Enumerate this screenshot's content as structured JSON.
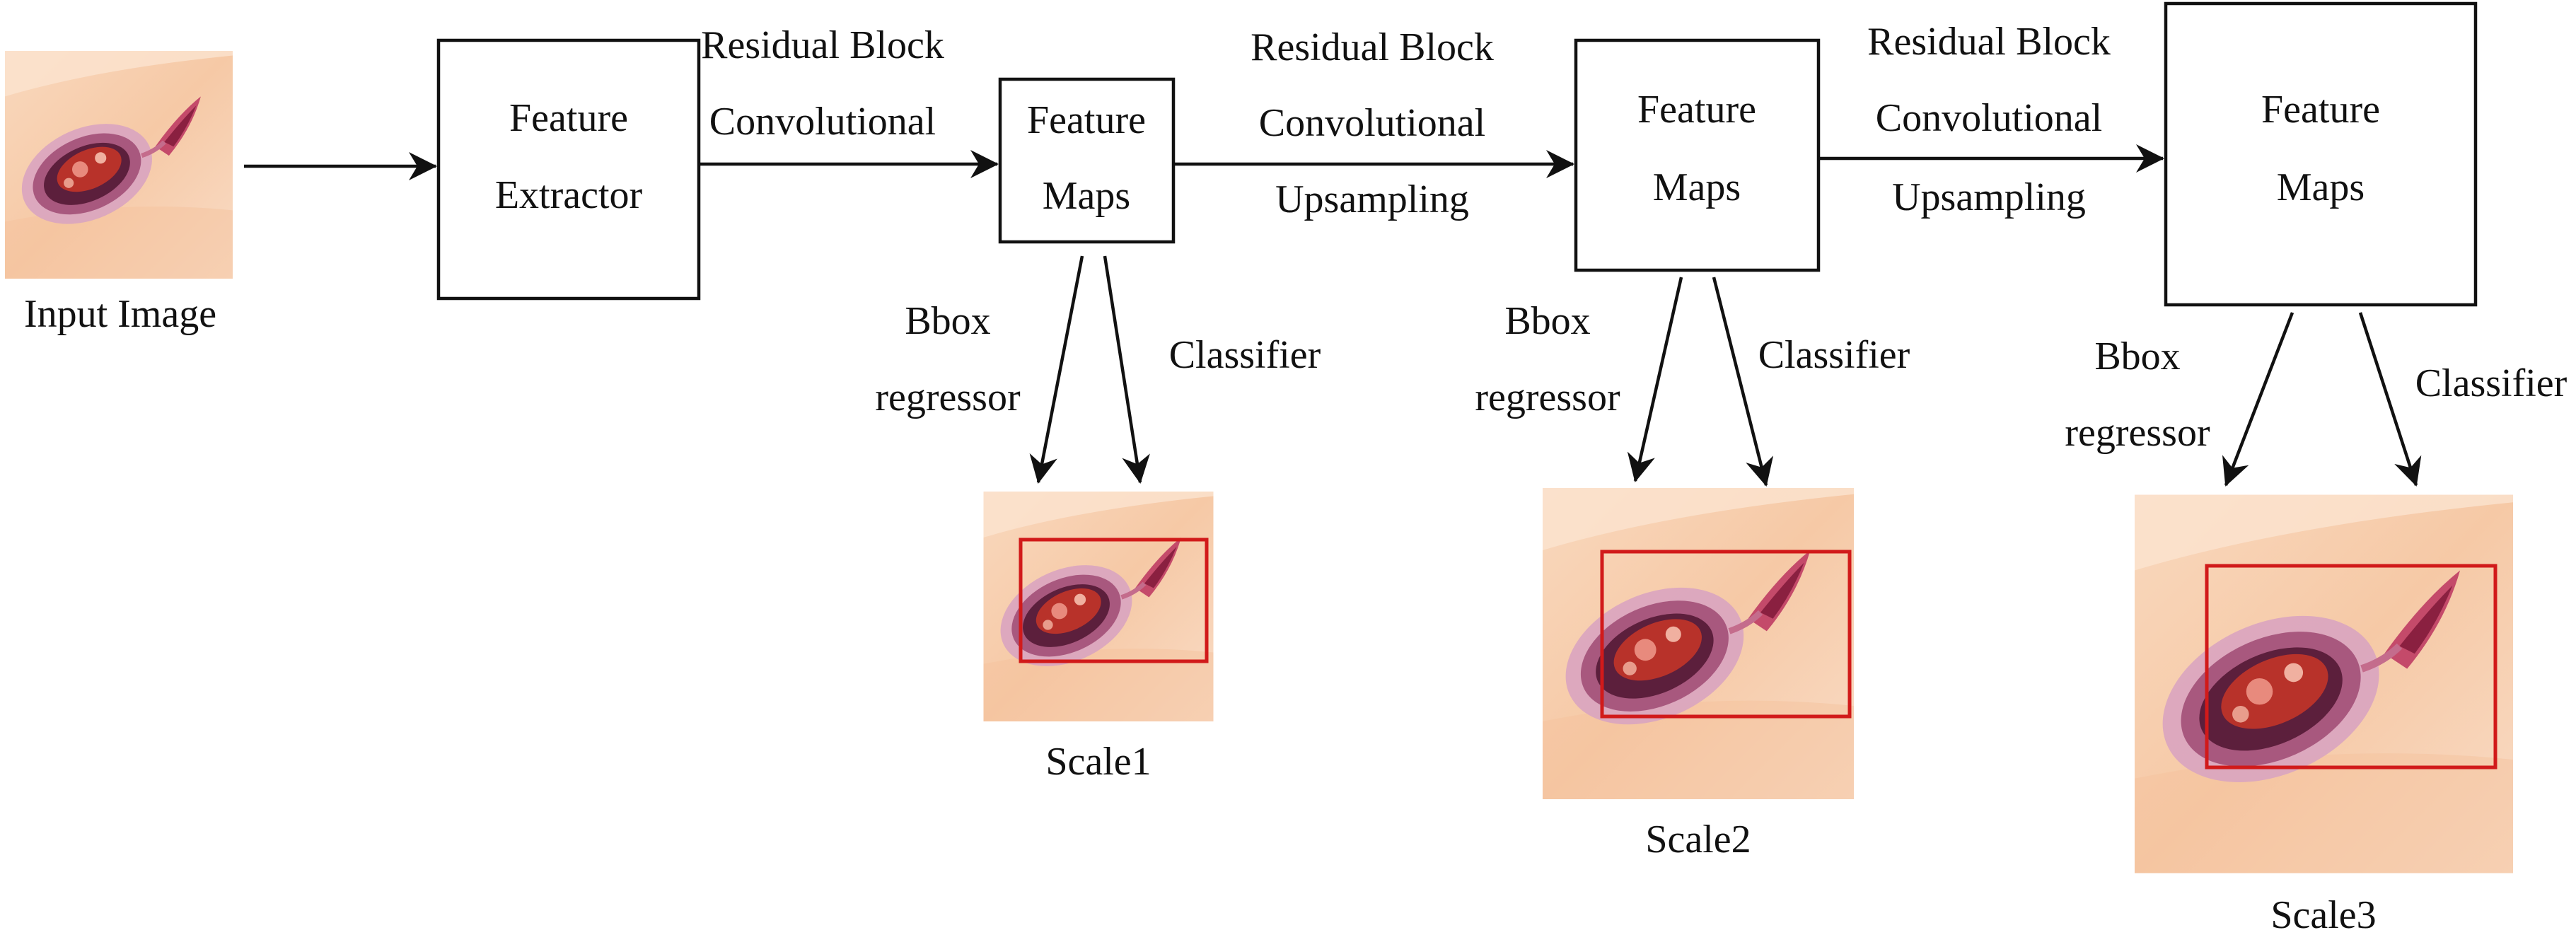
{
  "input": {
    "label": "Input Image"
  },
  "extractor": {
    "line1": "Feature",
    "line2": "Extractor"
  },
  "maps1": {
    "line1": "Feature",
    "line2": "Maps"
  },
  "maps2": {
    "line1": "Feature",
    "line2": "Maps"
  },
  "maps3": {
    "line1": "Feature",
    "line2": "Maps"
  },
  "edge1": {
    "line1": "Residual Block",
    "line2": "Convolutional"
  },
  "edge2": {
    "line1": "Residual Block",
    "line2": "Convolutional",
    "line3": "Upsampling"
  },
  "edge3": {
    "line1": "Residual Block",
    "line2": "Convolutional",
    "line3": "Upsampling"
  },
  "head1": {
    "bbox_line1": "Bbox",
    "bbox_line2": "regressor",
    "classifier": "Classifier",
    "output": "Scale1"
  },
  "head2": {
    "bbox_line1": "Bbox",
    "bbox_line2": "regressor",
    "classifier": "Classifier",
    "output": "Scale2"
  },
  "head3": {
    "bbox_line1": "Bbox",
    "bbox_line2": "regressor",
    "classifier": "Classifier",
    "output": "Scale3"
  },
  "colors": {
    "bbox_outline": "#d11a1a",
    "skin": "#f7d2b0",
    "lesion": "#8a2a3a"
  }
}
